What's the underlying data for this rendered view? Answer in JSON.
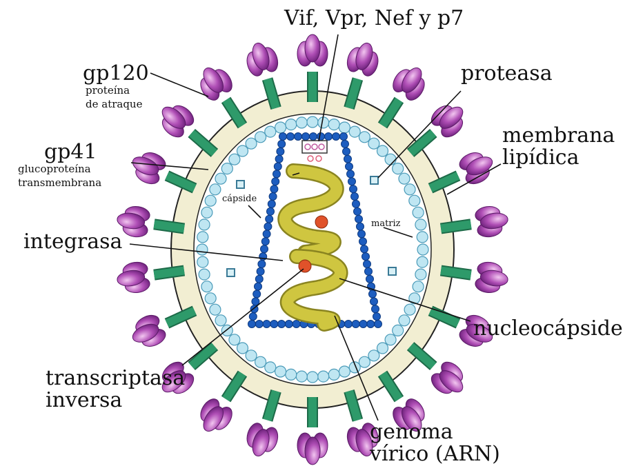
{
  "labels": {
    "vif": "Vif, Vpr, Nef y p7",
    "gp120": "gp120",
    "gp120_sub1": "proteína",
    "gp120_sub2": "de atraque",
    "proteasa": "proteasa",
    "membrana1": "membrana",
    "membrana2": "lipídica",
    "gp41": "gp41",
    "gp41_sub1": "glucoproteína",
    "gp41_sub2": "transmembrana",
    "capside": "cápside",
    "matriz": "matriz",
    "integrasa": "integrasa",
    "nucleocapside": "nucleocápside",
    "transcriptasa1": "transcriptasa",
    "transcriptasa2": "inversa",
    "genoma1": "genoma",
    "genoma2": "vírico (ARN)"
  },
  "colors": {
    "envelope": "#f2eed2",
    "matrix_bead": "#bfe6f2",
    "capsid_bead": "#1d5dbf",
    "knob": "#b04fb6",
    "stalk": "#2e9a6a",
    "rna": "#c8c03a",
    "enzyme": "#e0522a",
    "line": "#111111"
  }
}
